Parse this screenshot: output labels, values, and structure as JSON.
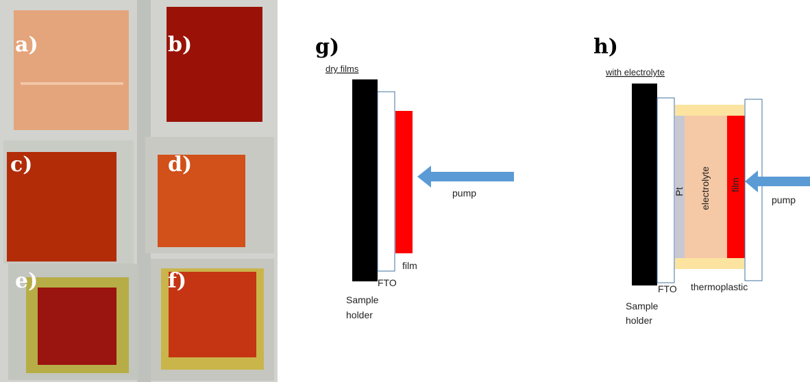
{
  "photo": {
    "labels": [
      "a)",
      "b)",
      "c)",
      "d)",
      "e)",
      "f)"
    ],
    "colors": {
      "background": "#d2d3cf",
      "sample_a": "#e4a57c",
      "sample_b": "#9a1207",
      "sample_c": "#b22c08",
      "sample_d": "#d2501a",
      "sample_e": "#9a1410",
      "sample_f": "#c53513",
      "frame_yellow": "#b7ad46"
    }
  },
  "diagram_g": {
    "label": "g)",
    "subtitle": "dry films",
    "film_label": "film",
    "fto_label": "FTO",
    "pump_label": "pump",
    "holder_label_line1": "Sample",
    "holder_label_line2": "holder"
  },
  "diagram_h": {
    "label": "h)",
    "subtitle": "with electrolyte",
    "pt_label": "Pt",
    "electrolyte_label": "electrolyte",
    "film_label": "film",
    "fto_label": "FTO",
    "thermoplastic_label": "thermoplastic",
    "pump_label": "pump",
    "holder_label_line1": "Sample",
    "holder_label_line2": "holder"
  },
  "colors": {
    "holder": "#000000",
    "film": "#ff0000",
    "arrow": "#5b9bd5",
    "electrolyte": "#f5c9a6",
    "thermoplastic": "#fce4a0",
    "pt": "#c8c8d2",
    "fto_border": "#41719c"
  }
}
